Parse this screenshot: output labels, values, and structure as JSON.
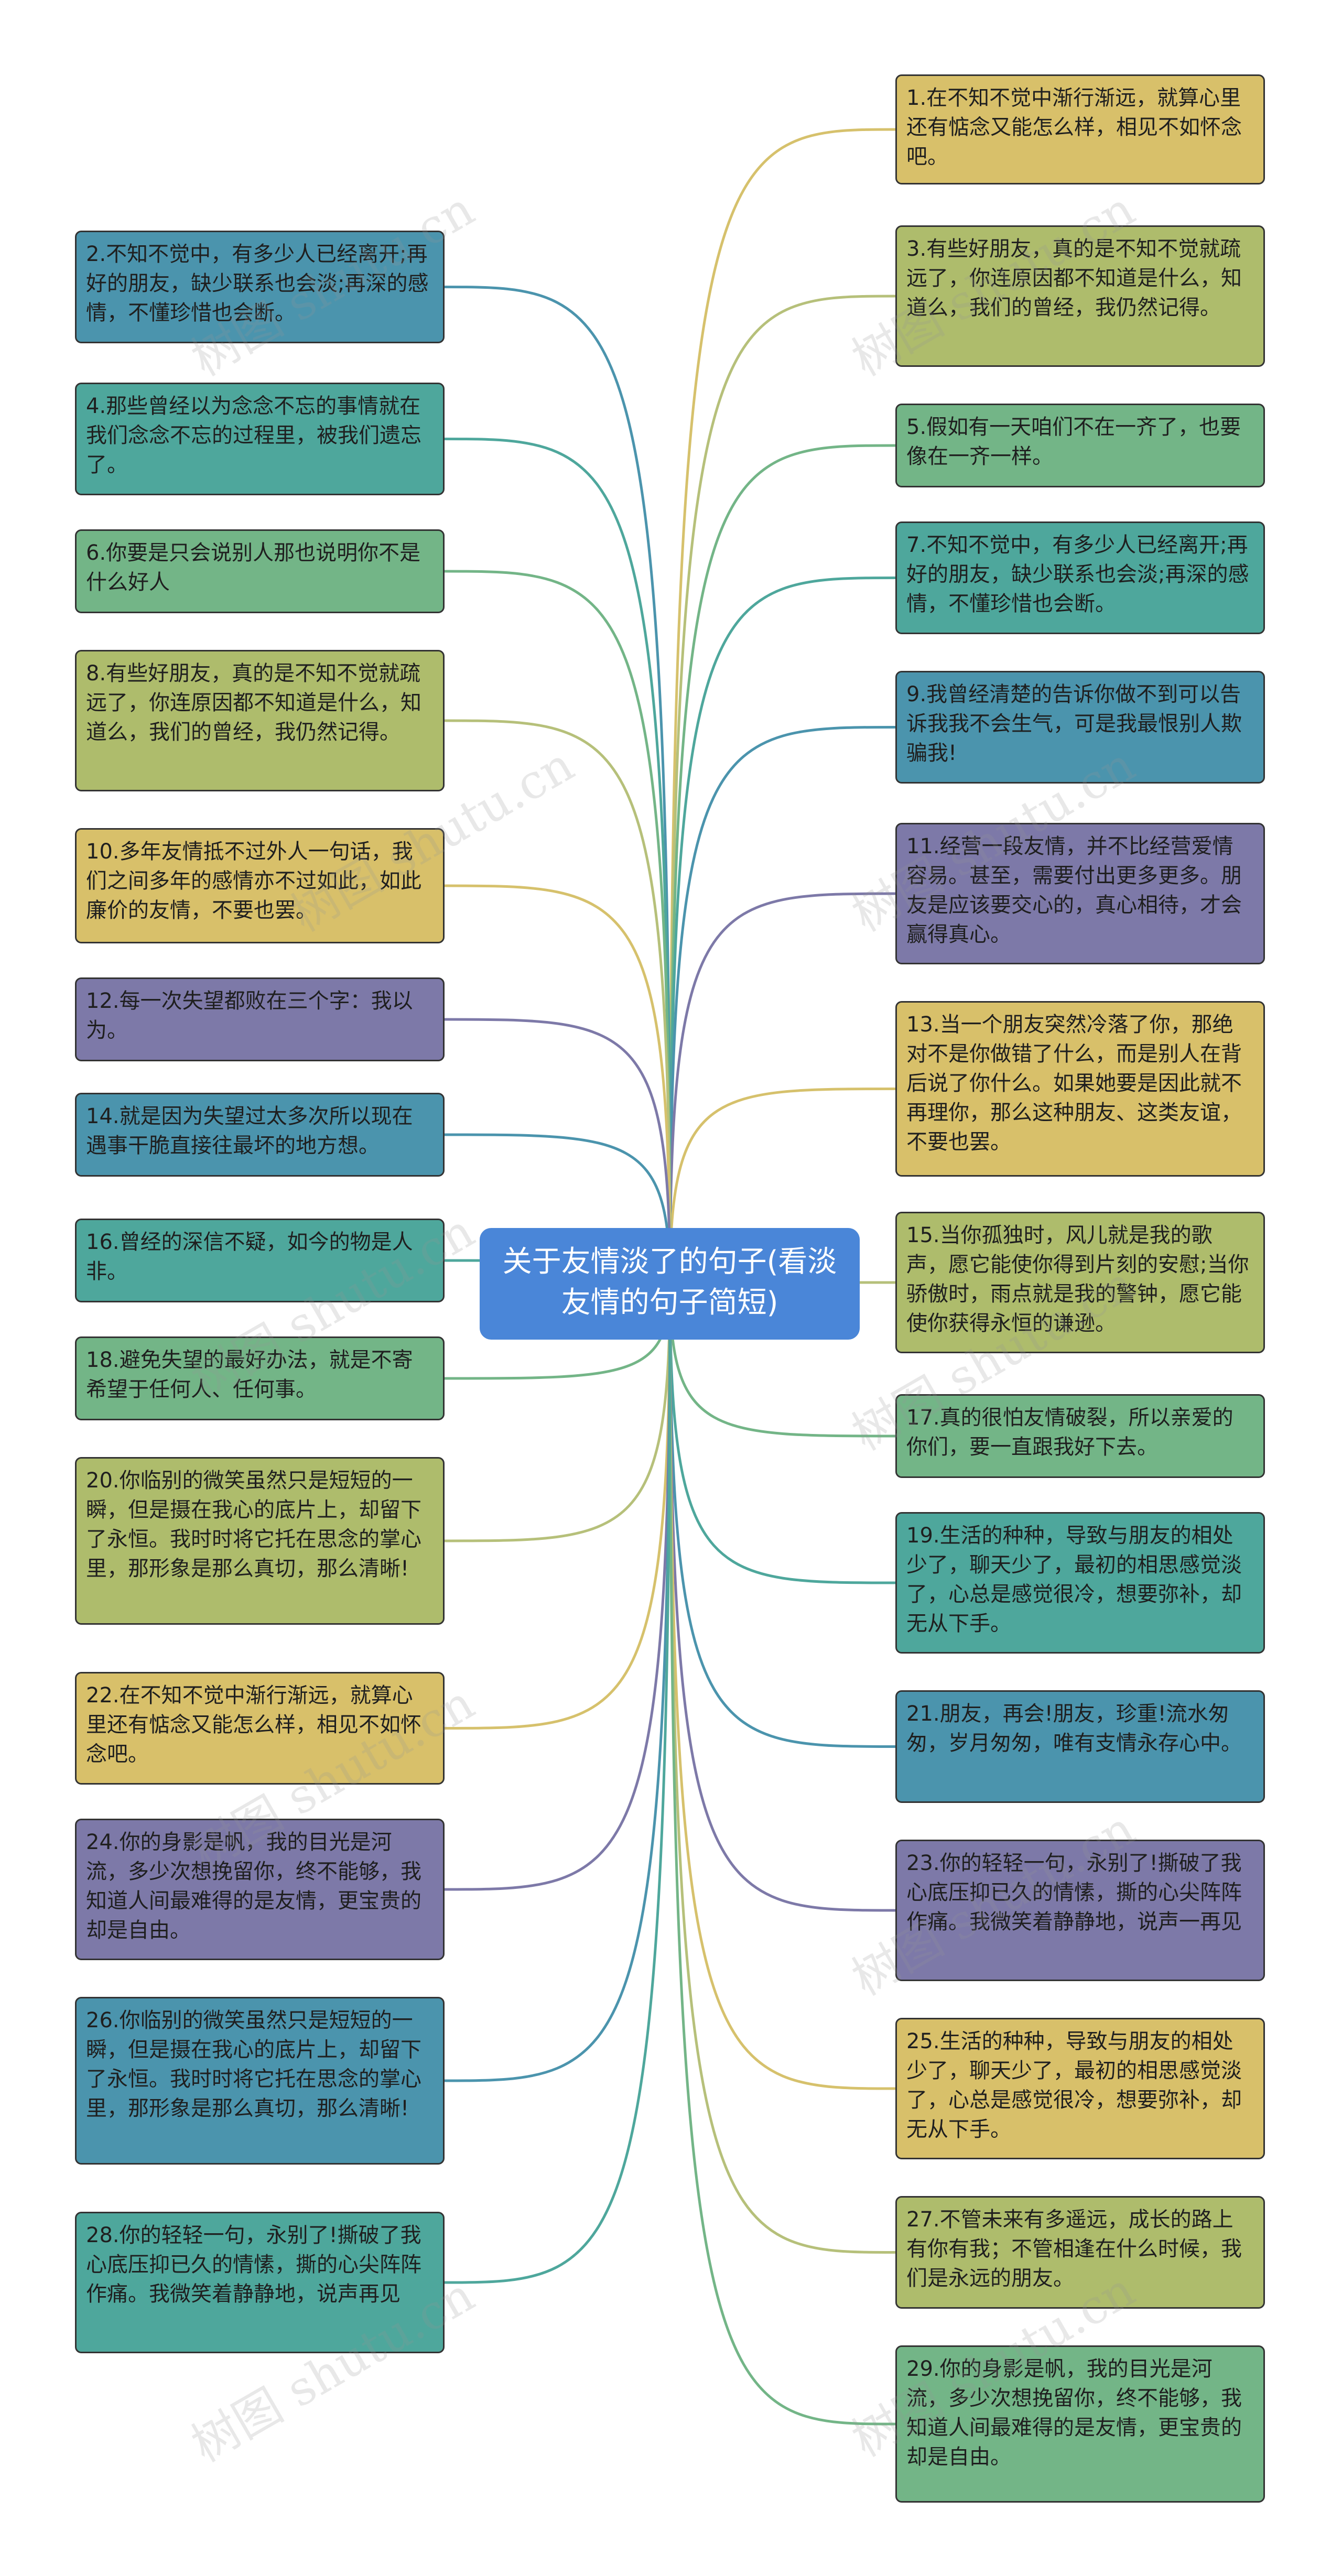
{
  "center": {
    "label": "关于友情淡了的句子(看淡友情的句子简短)"
  },
  "colors": {
    "yellow": "#d8c06a",
    "olive": "#aebc6c",
    "green": "#73b587",
    "teal": "#4ea79c",
    "blue": "#4b94ad",
    "purple": "#7d79a8",
    "line_yellow": "#d6c16c",
    "line_olive": "#b6c07a",
    "line_green": "#73b587",
    "line_teal": "#4ea79c",
    "line_blue": "#4b94ad",
    "line_purple": "#7d79a8",
    "center_fill": "#4a86d8"
  },
  "nodes_right": [
    {
      "id": "1",
      "text": "1.在不知不觉中渐行渐远，就算心里还有惦念又能怎么样，相见不如怀念吧。",
      "color": "yellow"
    },
    {
      "id": "3",
      "text": "3.有些好朋友，真的是不知不觉就疏远了，你连原因都不知道是什么，知道么，我们的曾经，我仍然记得。",
      "color": "olive"
    },
    {
      "id": "5",
      "text": "5.假如有一天咱们不在一齐了，也要像在一齐一样。",
      "color": "green"
    },
    {
      "id": "7",
      "text": "7.不知不觉中，有多少人已经离开;再好的朋友，缺少联系也会淡;再深的感情，不懂珍惜也会断。",
      "color": "teal"
    },
    {
      "id": "9",
      "text": "9.我曾经清楚的告诉你做不到可以告诉我我不会生气，可是我最恨别人欺骗我!",
      "color": "blue"
    },
    {
      "id": "11",
      "text": "11.经营一段友情，并不比经营爱情容易。甚至，需要付出更多更多。朋友是应该要交心的，真心相待，才会赢得真心。",
      "color": "purple"
    },
    {
      "id": "13",
      "text": "13.当一个朋友突然冷落了你，那绝对不是你做错了什么，而是别人在背后说了你什么。如果她要是因此就不再理你，那么这种朋友、这类友谊，不要也罢。",
      "color": "yellow"
    },
    {
      "id": "15",
      "text": "15.当你孤独时，风儿就是我的歌声，愿它能使你得到片刻的安慰;当你骄傲时，雨点就是我的警钟，愿它能使你获得永恒的谦逊。",
      "color": "olive"
    },
    {
      "id": "17",
      "text": "17.真的很怕友情破裂，所以亲爱的你们，要一直跟我好下去。",
      "color": "green"
    },
    {
      "id": "19",
      "text": "19.生活的种种，导致与朋友的相处少了，聊天少了，最初的相思感觉淡了，心总是感觉很冷，想要弥补，却无从下手。",
      "color": "teal"
    },
    {
      "id": "21",
      "text": "21.朋友，再会!朋友，珍重!流水匆匆，岁月匆匆，唯有支情永存心中。",
      "color": "blue"
    },
    {
      "id": "23",
      "text": "23.你的轻轻一句，永别了!撕破了我心底压抑已久的情愫，撕的心尖阵阵作痛。我微笑着静静地，说声一再见",
      "color": "purple"
    },
    {
      "id": "25",
      "text": "25.生活的种种，导致与朋友的相处少了，聊天少了，最初的相思感觉淡了，心总是感觉很冷，想要弥补，却无从下手。",
      "color": "yellow"
    },
    {
      "id": "27",
      "text": "27.不管未来有多遥远，成长的路上有你有我；不管相逢在什么时候，我们是永远的朋友。",
      "color": "olive"
    },
    {
      "id": "29",
      "text": "29.你的身影是帆，我的目光是河流，多少次想挽留你，终不能够，我知道人间最难得的是友情，更宝贵的却是自由。",
      "color": "green"
    }
  ],
  "nodes_left": [
    {
      "id": "2",
      "text": "2.不知不觉中，有多少人已经离开;再好的朋友，缺少联系也会淡;再深的感情，不懂珍惜也会断。",
      "color": "blue"
    },
    {
      "id": "4",
      "text": "4.那些曾经以为念念不忘的事情就在我们念念不忘的过程里，被我们遗忘了。",
      "color": "teal"
    },
    {
      "id": "6",
      "text": "6.你要是只会说别人那也说明你不是什么好人",
      "color": "green"
    },
    {
      "id": "8",
      "text": "8.有些好朋友，真的是不知不觉就疏远了，你连原因都不知道是什么，知道么，我们的曾经，我仍然记得。",
      "color": "olive"
    },
    {
      "id": "10",
      "text": "10.多年友情抵不过外人一句话，我们之间多年的感情亦不过如此，如此廉价的友情，不要也罢。",
      "color": "yellow"
    },
    {
      "id": "12",
      "text": "12.每一次失望都败在三个字：我以为。",
      "color": "purple"
    },
    {
      "id": "14",
      "text": "14.就是因为失望过太多次所以现在遇事干脆直接往最坏的地方想。",
      "color": "blue"
    },
    {
      "id": "16",
      "text": "16.曾经的深信不疑，如今的物是人非。",
      "color": "teal"
    },
    {
      "id": "18",
      "text": "18.避免失望的最好办法，就是不寄希望于任何人、任何事。",
      "color": "green"
    },
    {
      "id": "20",
      "text": "20.你临别的微笑虽然只是短短的一瞬，但是摄在我心的底片上，却留下了永恒。我时时将它托在思念的掌心里，那形象是那么真切，那么清晰!",
      "color": "olive"
    },
    {
      "id": "22",
      "text": "22.在不知不觉中渐行渐远，就算心里还有惦念又能怎么样，相见不如怀念吧。",
      "color": "yellow"
    },
    {
      "id": "24",
      "text": "24.你的身影是帆，我的目光是河流，多少次想挽留你，终不能够，我知道人间最难得的是友情，更宝贵的却是自由。",
      "color": "purple"
    },
    {
      "id": "26",
      "text": "26.你临别的微笑虽然只是短短的一瞬，但是摄在我心的底片上，却留下了永恒。我时时将它托在思念的掌心里，那形象是那么真切，那么清晰!",
      "color": "blue"
    },
    {
      "id": "28",
      "text": "28.你的轻轻一句，永别了!撕破了我心底压抑已久的情愫，撕的心尖阵阵作痛。我微笑着静静地，说声再见",
      "color": "teal"
    }
  ],
  "watermark": {
    "text": "树图 shutu.cn"
  }
}
